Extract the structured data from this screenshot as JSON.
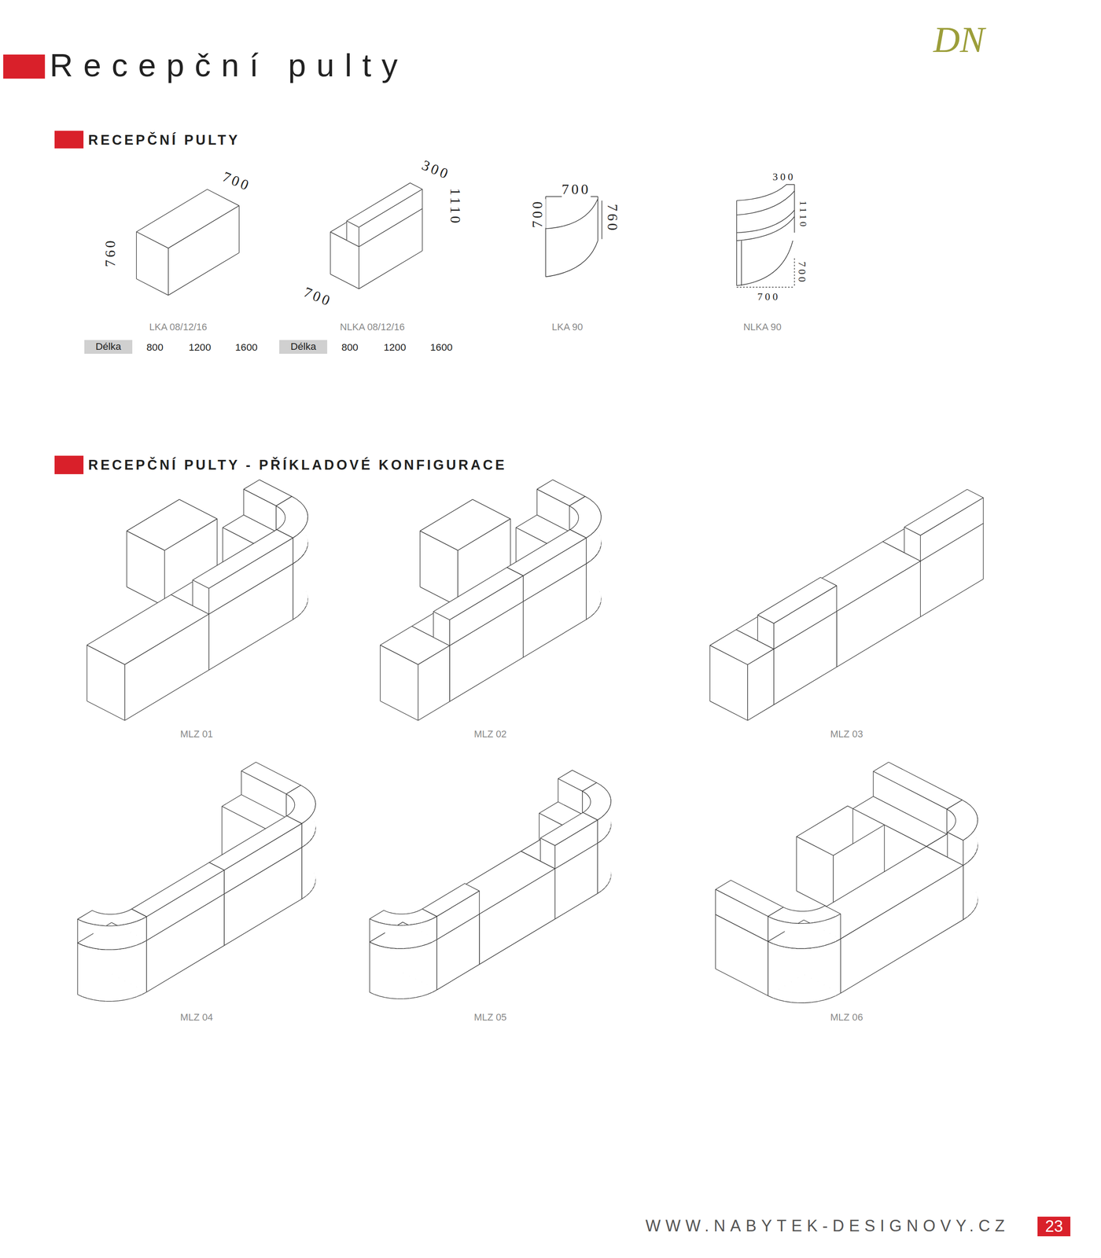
{
  "diagram": {
    "title": "Recepční pulty",
    "nodes": [
      {
        "text": [
          "Délka"
        ]
      },
      {
        "text": [
          "Délka"
        ]
      },
      {
        "text": [
          "23"
        ]
      }
    ],
    "labels": [
      "DN",
      "RECEPČNÍ PULTY",
      "700",
      "760",
      "300",
      "1110",
      "700",
      "700",
      "700",
      "760",
      "300",
      "1110",
      "700",
      "700",
      "LKA 08/12/16",
      "NLKA 08/12/16",
      "LKA 90",
      "NLKA 90",
      "800",
      "1200",
      "1600",
      "800",
      "1200",
      "1600",
      "RECEPČNÍ PULTY - PŘÍKLADOVÉ KONFIGURACE",
      "MLZ 01",
      "MLZ 02",
      "MLZ 03",
      "MLZ 04",
      "MLZ 05",
      "MLZ 06",
      "WWW.NABYTEK-DESIGNOVY.CZ"
    ]
  }
}
